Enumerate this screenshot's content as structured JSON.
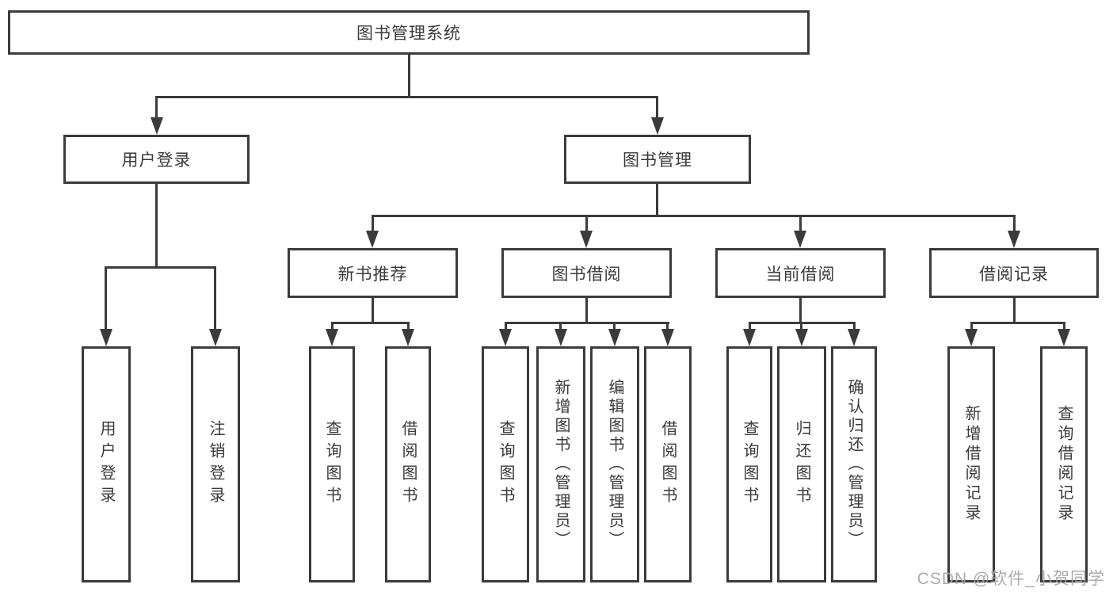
{
  "diagram": {
    "root": {
      "label": "图书管理系统"
    },
    "branches": [
      {
        "label": "用户登录"
      },
      {
        "label": "图书管理"
      }
    ],
    "user_login_children": [
      {
        "label": "用户登录"
      },
      {
        "label": "注销登录"
      }
    ],
    "book_mgmt_children": [
      {
        "label": "新书推荐"
      },
      {
        "label": "图书借阅"
      },
      {
        "label": "当前借阅"
      },
      {
        "label": "借阅记录"
      }
    ],
    "new_book_leaves": [
      {
        "label": "查询图书"
      },
      {
        "label": "借阅图书"
      }
    ],
    "borrow_leaves": [
      {
        "label": "查询图书"
      },
      {
        "label": "新增图书（管理员）"
      },
      {
        "label": "编辑图书（管理员）"
      },
      {
        "label": "借阅图书"
      }
    ],
    "current_leaves": [
      {
        "label": "查询图书"
      },
      {
        "label": "归还图书"
      },
      {
        "label": "确认归还（管理员）"
      }
    ],
    "record_leaves": [
      {
        "label": "新增借阅记录"
      },
      {
        "label": "查询借阅记录"
      }
    ]
  },
  "watermark": {
    "text": "CSDN @软件_小贺同学"
  },
  "colors": {
    "line": "#3b3b3b",
    "text": "#3a3a3a",
    "background": "#ffffff",
    "watermark": "#a4a4a4"
  }
}
